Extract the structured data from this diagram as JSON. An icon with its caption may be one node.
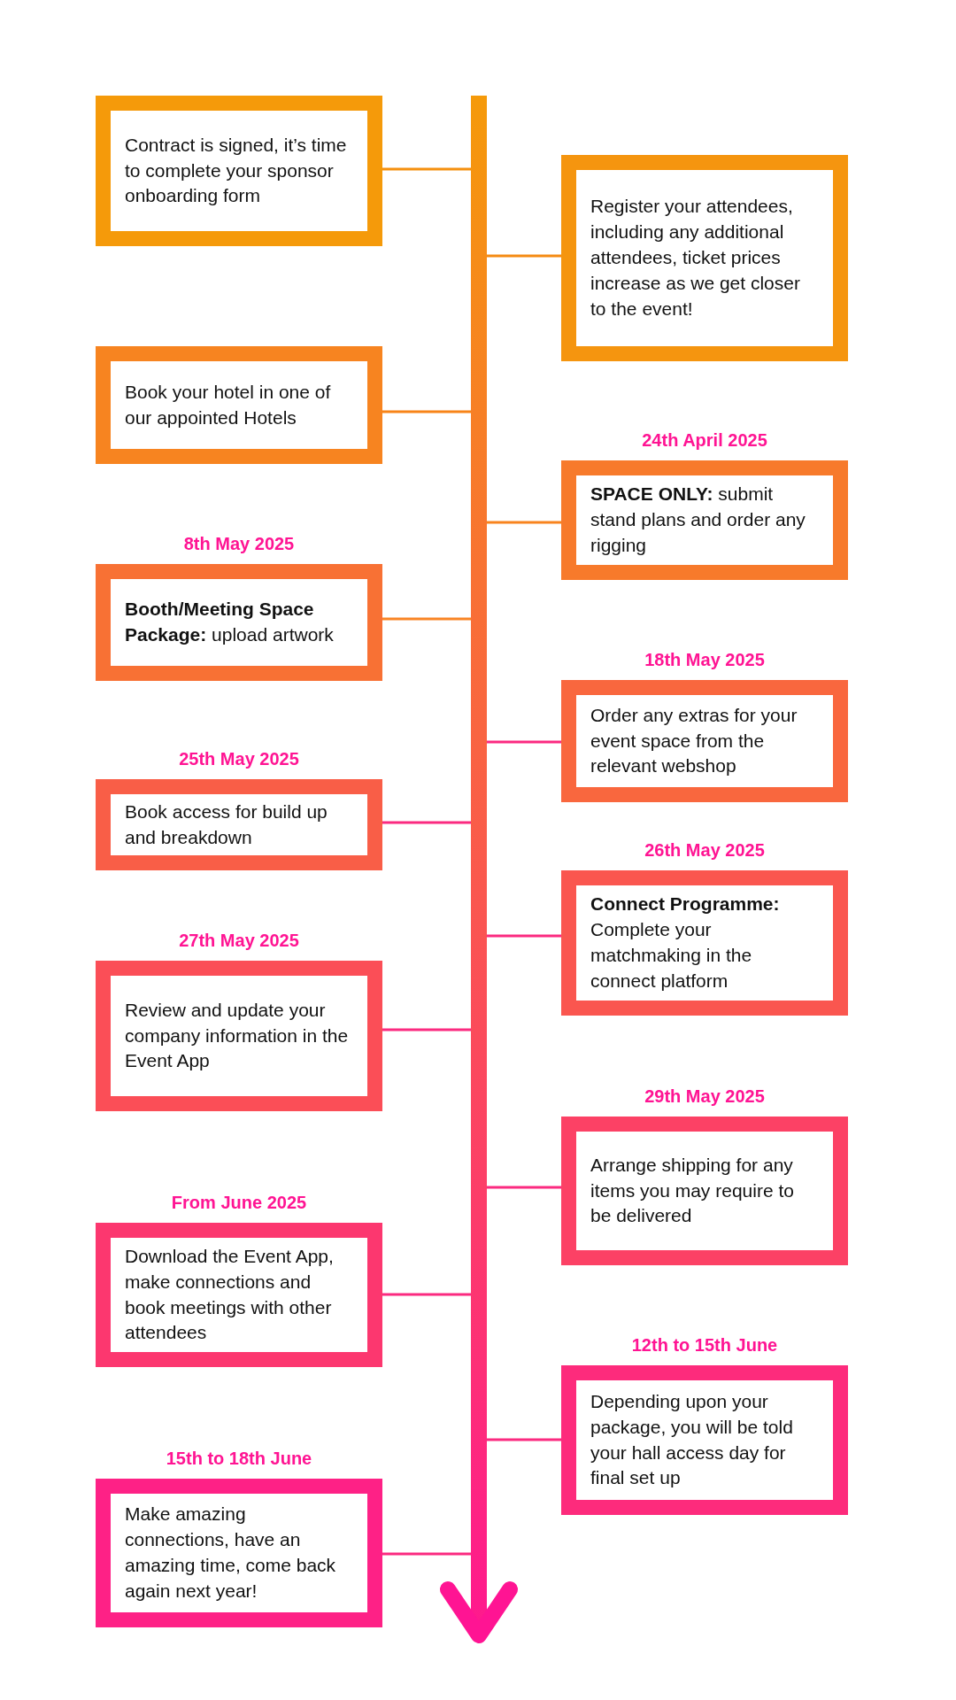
{
  "diagram": {
    "nodes": [
      {
        "text": [
          "Contract is signed, it’s time to complete your sponsor onboarding form"
        ]
      },
      {
        "text": [
          "Register your attendees, including any additional attendees, ticket prices increase as we get closer to the event!"
        ]
      },
      {
        "text": [
          "Book your hotel in one of our appointed Hotels"
        ]
      },
      {
        "text": [
          "**SPACE ONLY:** submit stand plans and order any rigging"
        ],
        "beside": [
          "24th April 2025"
        ]
      },
      {
        "text": [
          "**Booth/Meeting Space Package:** upload artwork"
        ],
        "beside": [
          "8th May 2025"
        ]
      },
      {
        "text": [
          "Order any extras for your event space from the relevant webshop"
        ],
        "beside": [
          "18th May 2025"
        ]
      },
      {
        "text": [
          "Book access for build up and breakdown"
        ],
        "beside": [
          "25th May 2025"
        ]
      },
      {
        "text": [
          "**Connect Programme:** Complete your matchmaking in the connect platform"
        ],
        "beside": [
          "26th May 2025"
        ]
      },
      {
        "text": [
          "Review and update your company information in the Event App"
        ],
        "beside": [
          "27th May 2025"
        ]
      },
      {
        "text": [
          "Arrange shipping for any items you may require to be delivered"
        ],
        "beside": [
          "29th May 2025"
        ]
      },
      {
        "text": [
          "Download the Event App, make connections and book meetings with other attendees"
        ],
        "beside": [
          "From June 2025"
        ]
      },
      {
        "text": [
          "Depending upon your package, you will be told your hall access day for final set up"
        ],
        "beside": [
          "12th to 15th June"
        ]
      },
      {
        "text": [
          "Make amazing connections, have an amazing time, come back again next year!"
        ],
        "beside": [
          "15th to 18th June"
        ]
      },
      {
        "text": [],
        "shape": "bar"
      }
    ],
    "edges": [
      {
        "from": 0,
        "to": 13,
        "arrow": "none",
        "color": "#f5900e"
      },
      {
        "from": 1,
        "to": 13,
        "arrow": "none",
        "color": "#f58a12"
      },
      {
        "from": 2,
        "to": 13,
        "arrow": "none",
        "color": "#f88418"
      },
      {
        "from": 3,
        "to": 13,
        "arrow": "none",
        "color": "#f8841e"
      },
      {
        "from": 4,
        "to": 13,
        "arrow": "none",
        "color": "#f98424"
      },
      {
        "from": 5,
        "to": 13,
        "arrow": "none",
        "color": "#fb2a80"
      },
      {
        "from": 6,
        "to": 13,
        "arrow": "none",
        "color": "#fb2a80"
      },
      {
        "from": 7,
        "to": 13,
        "arrow": "none",
        "color": "#fb2a80"
      },
      {
        "from": 8,
        "to": 13,
        "arrow": "none",
        "color": "#fb2a80"
      },
      {
        "from": 9,
        "to": 13,
        "arrow": "none",
        "color": "#fb2a80"
      },
      {
        "from": 10,
        "to": 13,
        "arrow": "none",
        "color": "#fb2a80"
      },
      {
        "from": 11,
        "to": 13,
        "arrow": "none",
        "color": "#fb2a80"
      },
      {
        "from": 12,
        "to": 13,
        "arrow": "none",
        "color": "#fb2a80"
      }
    ]
  }
}
